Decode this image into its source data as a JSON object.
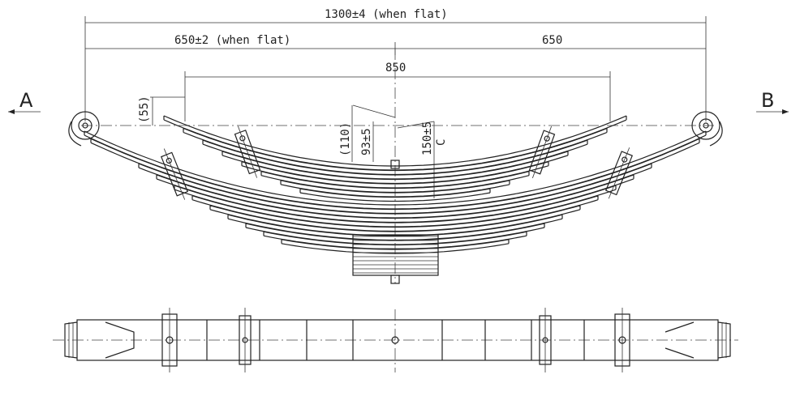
{
  "drawing": {
    "view_labels": {
      "left": "A",
      "right": "B"
    },
    "dimensions": {
      "overall_length": "1300±4 (when flat)",
      "left_half": "650±2 (when flat)",
      "right_half": "650",
      "helper_span": "850",
      "helper_offset": "(55)",
      "helper_camber": "(110)",
      "main_camber": "93±5",
      "loaded_height": "150±5",
      "loaded_height_mark": "C"
    },
    "main_leaves": 11,
    "helper_leaves": 8,
    "block_plates": 10
  }
}
